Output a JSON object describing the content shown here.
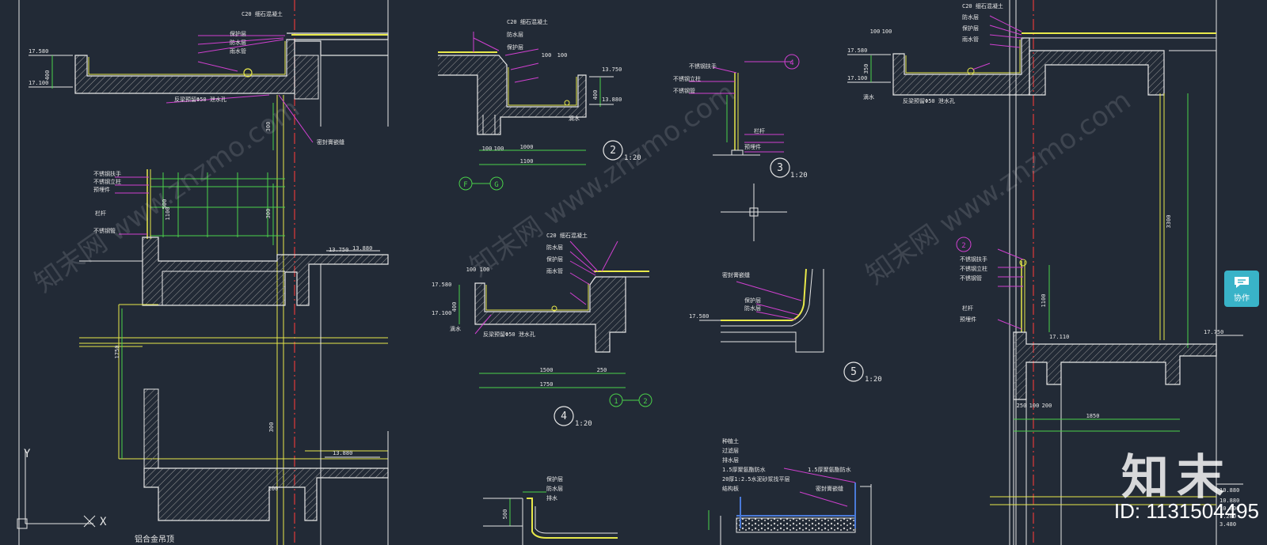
{
  "title_block": "铝合金吊顶",
  "details": [
    {
      "num": "2",
      "scale": "1:20"
    },
    {
      "num": "3",
      "scale": "1:20"
    },
    {
      "num": "4",
      "scale": "1:20"
    },
    {
      "num": "5",
      "scale": "1:20"
    }
  ],
  "axis_bubbles": [
    "F",
    "G",
    "1",
    "2",
    "4",
    "2",
    "2"
  ],
  "elevations": [
    "17.580",
    "17.100",
    "13.750",
    "13.880",
    "13.880",
    "17.580",
    "17.100",
    "17.580",
    "17.100",
    "17.580",
    "17.110",
    "17.750",
    "13.750",
    "13.880",
    "10.880",
    "10.800",
    "7.280",
    "3.480",
    "10.880"
  ],
  "dimensions": [
    "400",
    "300",
    "300",
    "1100",
    "1750",
    "300",
    "200",
    "500",
    "100",
    "100",
    "1000",
    "1100",
    "100",
    "100",
    "400",
    "1500",
    "250",
    "1750",
    "100",
    "100",
    "400",
    "100",
    "100",
    "3300",
    "1850",
    "250",
    "100",
    "200",
    "1100",
    "350",
    "500"
  ],
  "notes": {
    "c20": "C20 细石混凝土",
    "protect": "保护层",
    "waterproof": "防水层",
    "drain": "排水",
    "drip": "滴水",
    "pipe": "雨水管",
    "rail_1": "不锈钢扶手",
    "rail_2": "不锈钢立柱",
    "rail_3": "预埋件",
    "railing_note": "栏杆",
    "stainless": "不锈钢管",
    "reflect": "反梁预留Φ50 泄水孔",
    "seal": "密封膏嵌缝",
    "green_1": "种植土",
    "green_2": "过滤层",
    "green_3": "排水层",
    "green_4": "1.5厚聚氨酯防水",
    "green_5": "20厚1:2.5水泥砂浆找平层",
    "green_6": "结构板"
  },
  "axis_label_y": "Y",
  "axis_label_x": "X",
  "watermark_text": "知末网 www.znzmo.com",
  "brand": "知末",
  "id_text": "ID: 1131504495",
  "collab_label": "协作",
  "colors": {
    "background": "#222a36",
    "white_line": "#e6e6e6",
    "yellow_line": "#e8e84a",
    "magenta_line": "#d040d0",
    "red_line": "#e03a3a",
    "green_line": "#4ad14a",
    "cyan_btn": "#39b3c8"
  }
}
